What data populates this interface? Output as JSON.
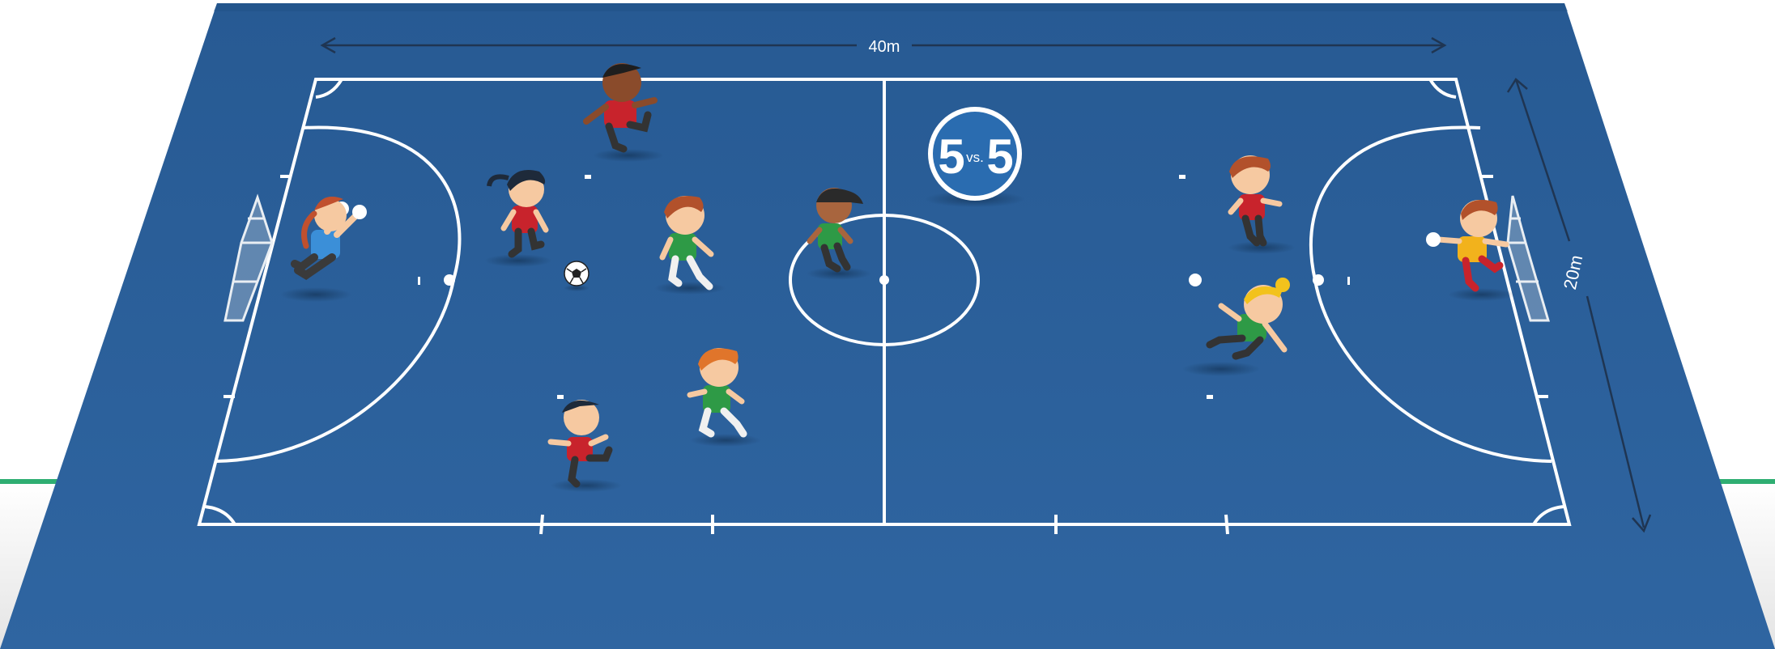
{
  "labels": {
    "length": "40m",
    "width": "20m",
    "badge_left": "5",
    "badge_vs": "vs.",
    "badge_right": "5"
  },
  "colors": {
    "court": "#2b5f99",
    "court_edge": "#1f4f86",
    "lines": "#ffffff",
    "dimension_arrow": "#1f3552",
    "team_red": "#c8232c",
    "team_green": "#2e9a46",
    "keeper_blue": "#3b8fd8",
    "keeper_yellow": "#f2b21c",
    "skin_light": "#f6c9a1",
    "skin_dark": "#8a4b2b",
    "floor_stripe": "#2fae72"
  },
  "players": [
    {
      "team": "red",
      "role": "keeper"
    },
    {
      "team": "red",
      "role": "field"
    },
    {
      "team": "red",
      "role": "field"
    },
    {
      "team": "red",
      "role": "field"
    },
    {
      "team": "red",
      "role": "field"
    },
    {
      "team": "green",
      "role": "field"
    },
    {
      "team": "green",
      "role": "field"
    },
    {
      "team": "green",
      "role": "field"
    },
    {
      "team": "green",
      "role": "field"
    },
    {
      "team": "green",
      "role": "keeper"
    }
  ]
}
